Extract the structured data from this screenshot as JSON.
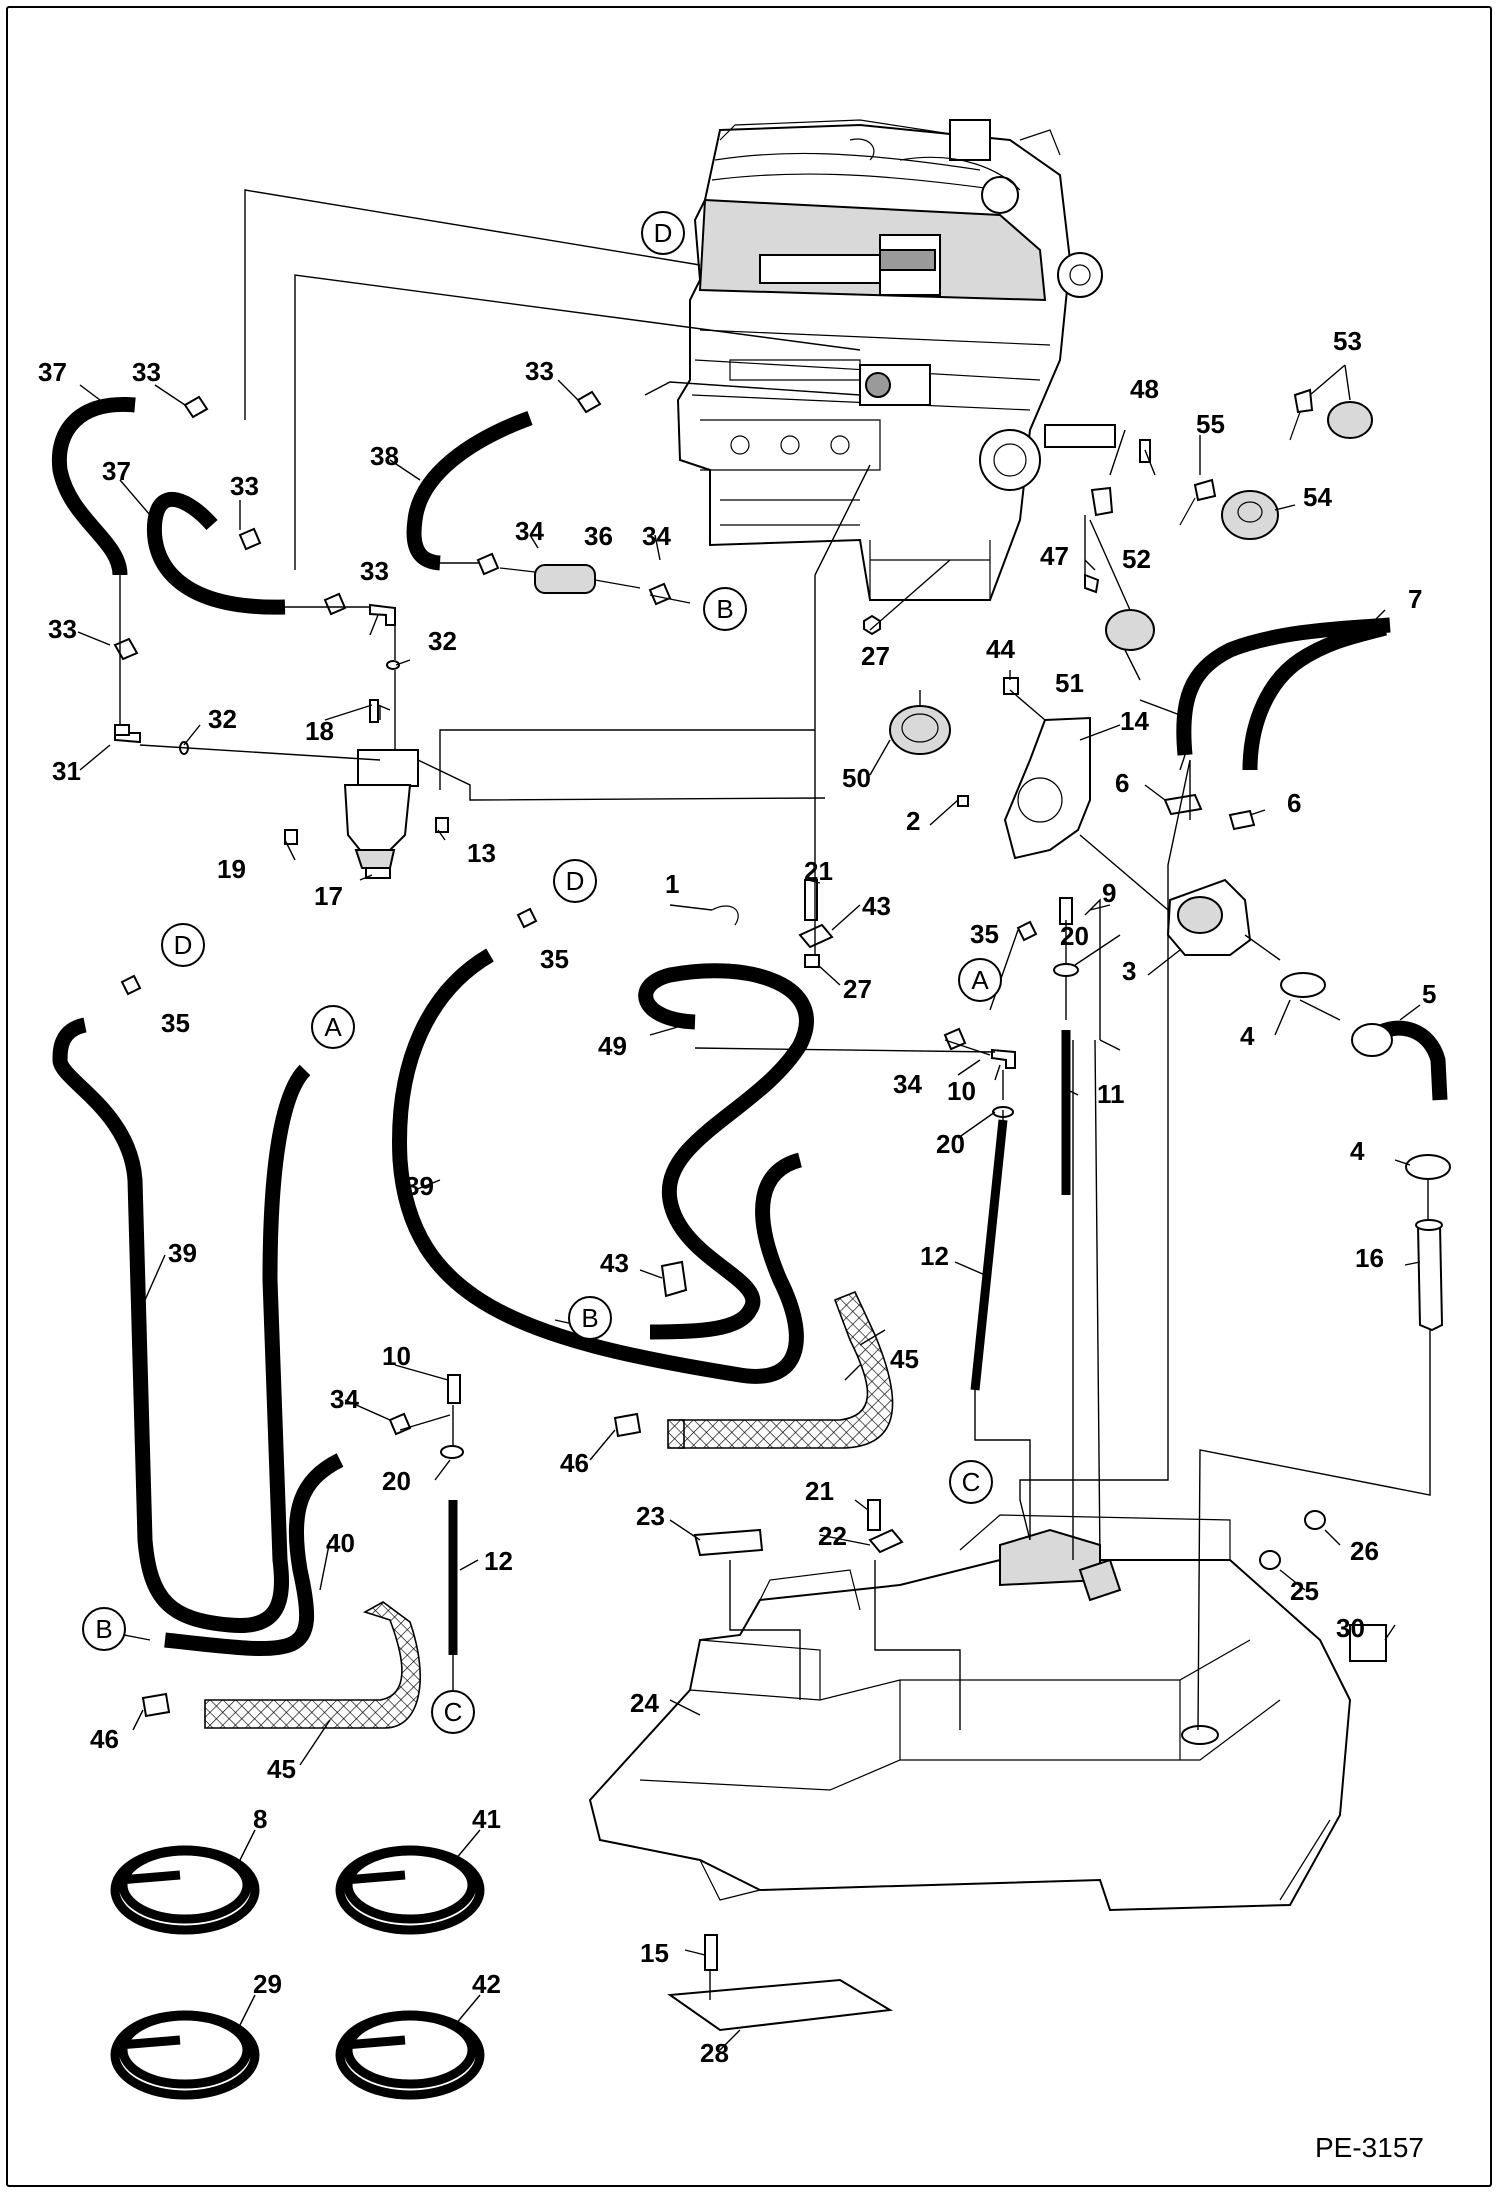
{
  "document_number": "PE-3157",
  "callouts": {
    "D1": "D",
    "D2": "D",
    "D3": "D",
    "A1": "A",
    "A2": "A",
    "B1": "B",
    "B2": "B",
    "B3": "B",
    "C1": "C",
    "C2": "C"
  },
  "part_labels": [
    {
      "id": "n1",
      "text": "1"
    },
    {
      "id": "n2",
      "text": "2"
    },
    {
      "id": "n3",
      "text": "3"
    },
    {
      "id": "n4a",
      "text": "4"
    },
    {
      "id": "n4b",
      "text": "4"
    },
    {
      "id": "n5",
      "text": "5"
    },
    {
      "id": "n6a",
      "text": "6"
    },
    {
      "id": "n6b",
      "text": "6"
    },
    {
      "id": "n7",
      "text": "7"
    },
    {
      "id": "n8",
      "text": "8"
    },
    {
      "id": "n9",
      "text": "9"
    },
    {
      "id": "n10a",
      "text": "10"
    },
    {
      "id": "n10b",
      "text": "10"
    },
    {
      "id": "n11",
      "text": "11"
    },
    {
      "id": "n12a",
      "text": "12"
    },
    {
      "id": "n12b",
      "text": "12"
    },
    {
      "id": "n13",
      "text": "13"
    },
    {
      "id": "n14",
      "text": "14"
    },
    {
      "id": "n15",
      "text": "15"
    },
    {
      "id": "n16",
      "text": "16"
    },
    {
      "id": "n17",
      "text": "17"
    },
    {
      "id": "n18",
      "text": "18"
    },
    {
      "id": "n19",
      "text": "19"
    },
    {
      "id": "n20a",
      "text": "20"
    },
    {
      "id": "n20b",
      "text": "20"
    },
    {
      "id": "n20c",
      "text": "20"
    },
    {
      "id": "n21a",
      "text": "21"
    },
    {
      "id": "n21b",
      "text": "21"
    },
    {
      "id": "n22",
      "text": "22"
    },
    {
      "id": "n23",
      "text": "23"
    },
    {
      "id": "n24",
      "text": "24"
    },
    {
      "id": "n25",
      "text": "25"
    },
    {
      "id": "n26",
      "text": "26"
    },
    {
      "id": "n27a",
      "text": "27"
    },
    {
      "id": "n27b",
      "text": "27"
    },
    {
      "id": "n28",
      "text": "28"
    },
    {
      "id": "n29",
      "text": "29"
    },
    {
      "id": "n30",
      "text": "30"
    },
    {
      "id": "n31",
      "text": "31"
    },
    {
      "id": "n32a",
      "text": "32"
    },
    {
      "id": "n32b",
      "text": "32"
    },
    {
      "id": "n33a",
      "text": "33"
    },
    {
      "id": "n33b",
      "text": "33"
    },
    {
      "id": "n33c",
      "text": "33"
    },
    {
      "id": "n33d",
      "text": "33"
    },
    {
      "id": "n33e",
      "text": "33"
    },
    {
      "id": "n34a",
      "text": "34"
    },
    {
      "id": "n34b",
      "text": "34"
    },
    {
      "id": "n34c",
      "text": "34"
    },
    {
      "id": "n34d",
      "text": "34"
    },
    {
      "id": "n35a",
      "text": "35"
    },
    {
      "id": "n35b",
      "text": "35"
    },
    {
      "id": "n35c",
      "text": "35"
    },
    {
      "id": "n36",
      "text": "36"
    },
    {
      "id": "n37a",
      "text": "37"
    },
    {
      "id": "n37b",
      "text": "37"
    },
    {
      "id": "n38",
      "text": "38"
    },
    {
      "id": "n39a",
      "text": "39"
    },
    {
      "id": "n39b",
      "text": "39"
    },
    {
      "id": "n40",
      "text": "40"
    },
    {
      "id": "n41",
      "text": "41"
    },
    {
      "id": "n42",
      "text": "42"
    },
    {
      "id": "n43a",
      "text": "43"
    },
    {
      "id": "n43b",
      "text": "43"
    },
    {
      "id": "n44",
      "text": "44"
    },
    {
      "id": "n45a",
      "text": "45"
    },
    {
      "id": "n45b",
      "text": "45"
    },
    {
      "id": "n46a",
      "text": "46"
    },
    {
      "id": "n46b",
      "text": "46"
    },
    {
      "id": "n47",
      "text": "47"
    },
    {
      "id": "n48",
      "text": "48"
    },
    {
      "id": "n49",
      "text": "49"
    },
    {
      "id": "n50",
      "text": "50"
    },
    {
      "id": "n51",
      "text": "51"
    },
    {
      "id": "n52",
      "text": "52"
    },
    {
      "id": "n53",
      "text": "53"
    },
    {
      "id": "n54",
      "text": "54"
    },
    {
      "id": "n55",
      "text": "55"
    }
  ]
}
